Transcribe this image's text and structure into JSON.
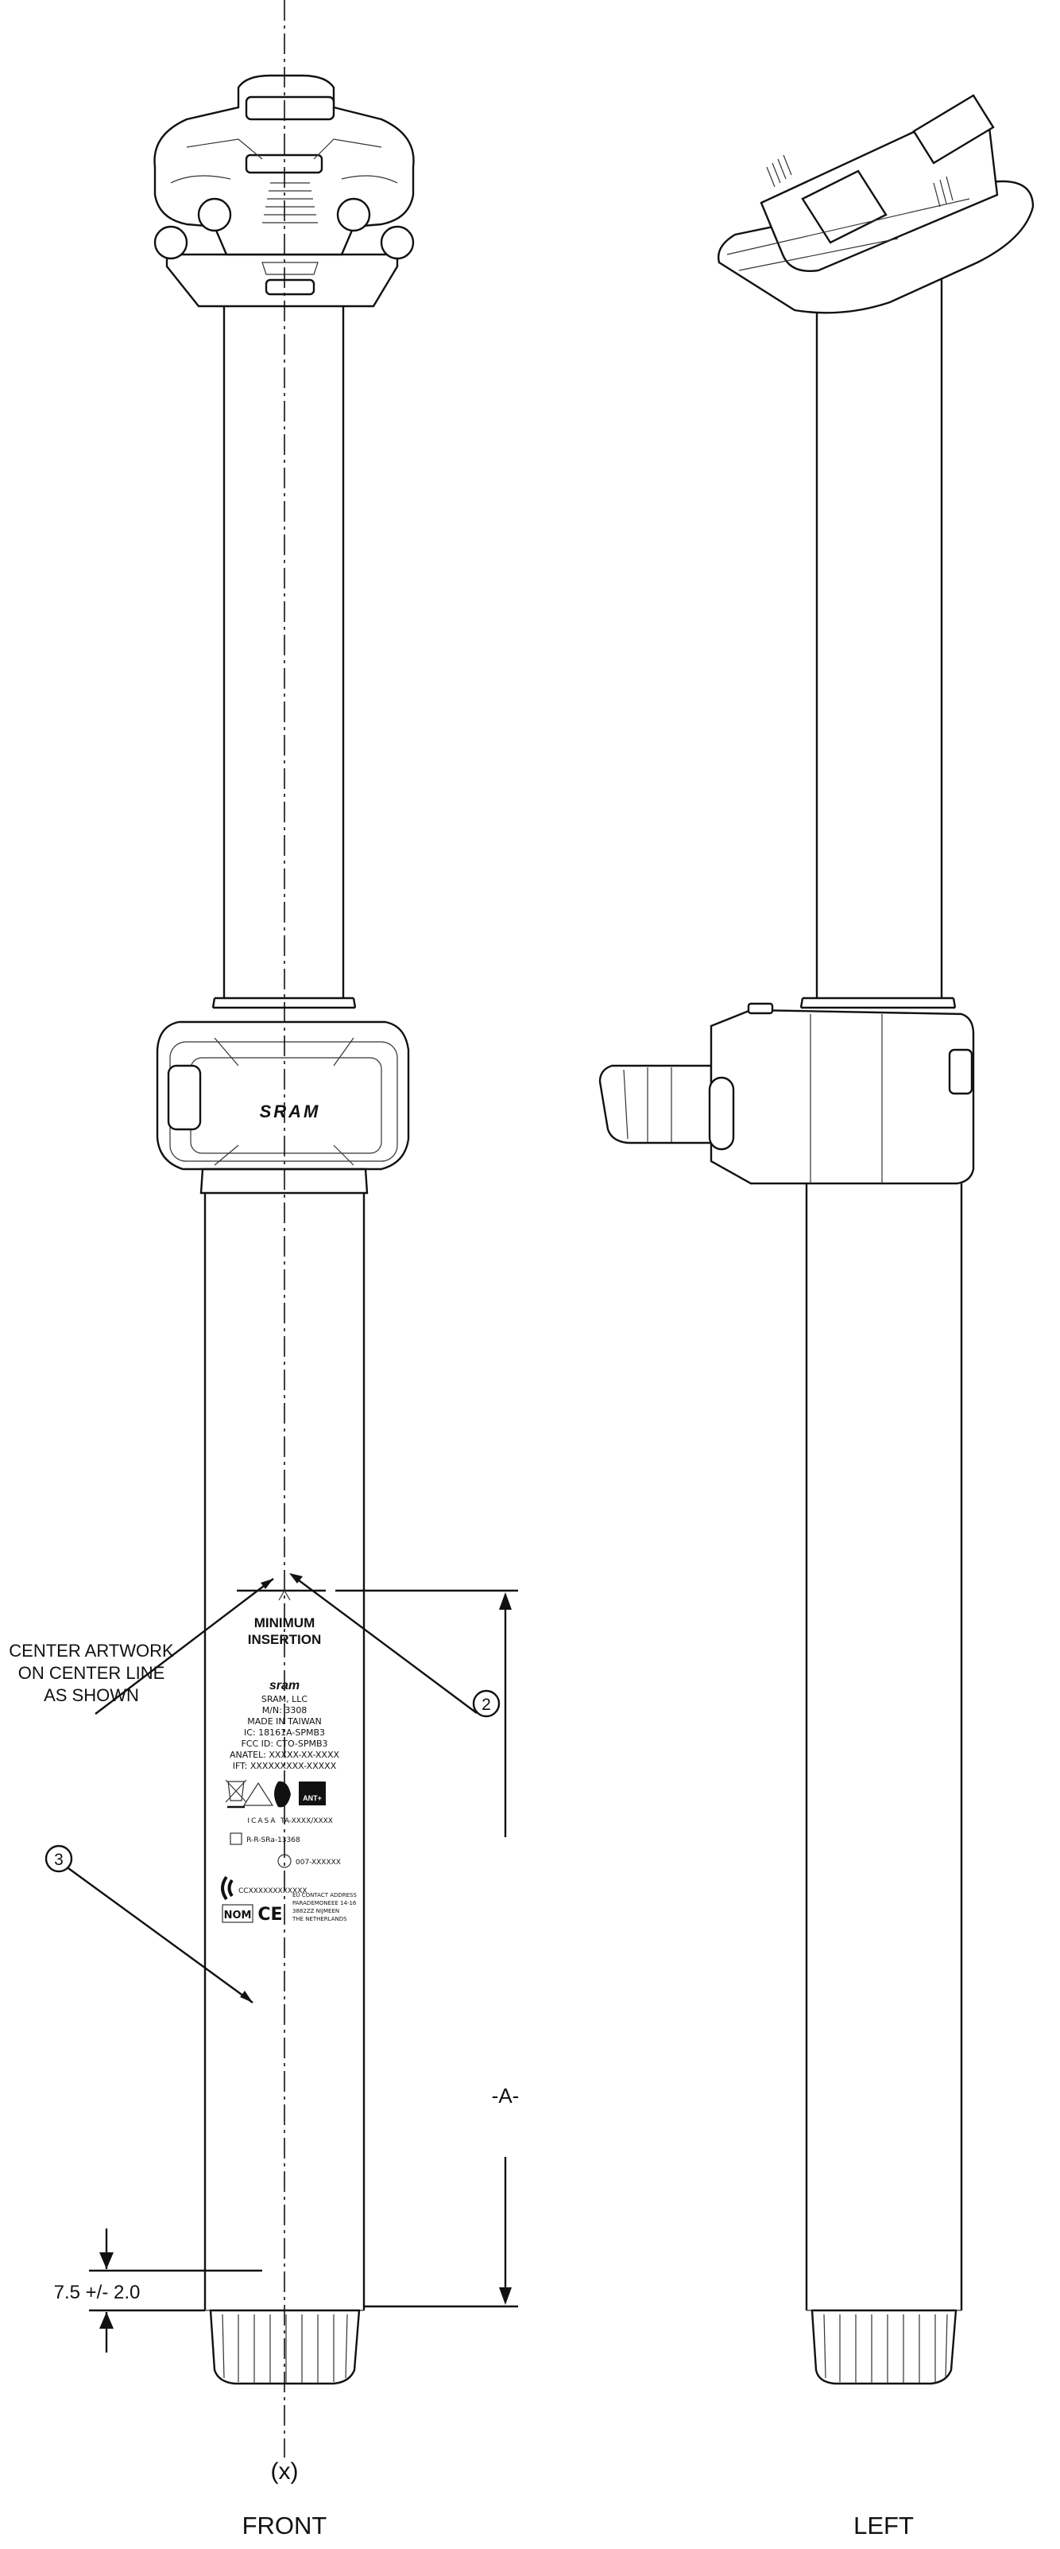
{
  "views": {
    "front_label": "FRONT",
    "left_label": "LEFT"
  },
  "centerline_label": "(x)",
  "note": {
    "line1": "CENTER ARTWORK",
    "line2": "ON CENTER LINE",
    "line3": "AS SHOWN"
  },
  "callouts": {
    "callout_2": "2",
    "callout_3": "3"
  },
  "dimensions": {
    "a": "-A-",
    "offset": "7.5 +/- 2.0"
  },
  "clamp_logo": "SRAM",
  "artwork": {
    "min_line1": "MINIMUM",
    "min_line2": "INSERTION",
    "brand": "sram",
    "company": "SRAM, LLC",
    "model": "M/N: 3308",
    "made_in": "MADE IN TAIWAN",
    "ic": "IC: 18161A-SPMB3",
    "fcc": "FCC ID: CTO-SPMB3",
    "anatel": "ANATEL: XXXXX-XX-XXXX",
    "ift": "IFT: XXXXXXXXX-XXXXX",
    "icasa": "ICASA",
    "icasa_code": "TA-XXXX/XXXX",
    "kc": "R-R-SRa-13368",
    "telec": "007-XXXXXX",
    "ccai": "CCXXXXXXXXXXXX",
    "nom": "NOM",
    "ce": "CE",
    "eu1": "EU CONTACT ADDRESS",
    "eu2": "PARADEMONEEE 14-16",
    "eu3": "3882ZZ NIJMEEN",
    "eu4": "THE NETHERLANDS",
    "ant": "ANT+"
  }
}
